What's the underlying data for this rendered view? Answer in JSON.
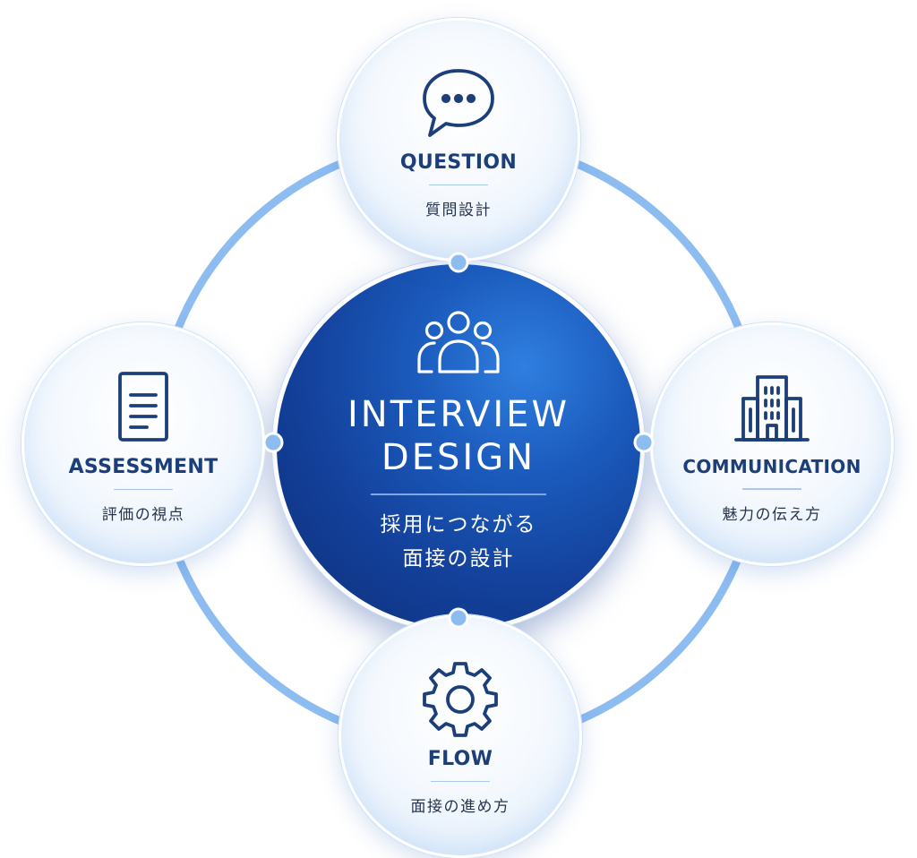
{
  "center": {
    "icon": "people-group-icon",
    "title_line1": "INTERVIEW",
    "title_line2": "DESIGN",
    "subtitle_line1": "採用につながる",
    "subtitle_line2": "面接の設計"
  },
  "nodes": {
    "question": {
      "icon": "speech-bubble-icon",
      "title": "QUESTION",
      "subtitle": "質問設計"
    },
    "assessment": {
      "icon": "document-icon",
      "title": "ASSESSMENT",
      "subtitle": "評価の視点"
    },
    "communication": {
      "icon": "building-icon",
      "title": "COMMUNICATION",
      "subtitle": "魅力の伝え方"
    },
    "flow": {
      "icon": "gear-icon",
      "title": "FLOW",
      "subtitle": "面接の進め方"
    }
  },
  "colors": {
    "ring": "#8dbcf1",
    "node_title": "#1c3f7a",
    "hub_dark": "#0d2f78",
    "hub_light": "#2f7fe0",
    "icon_stroke": "#1c3f7a"
  }
}
